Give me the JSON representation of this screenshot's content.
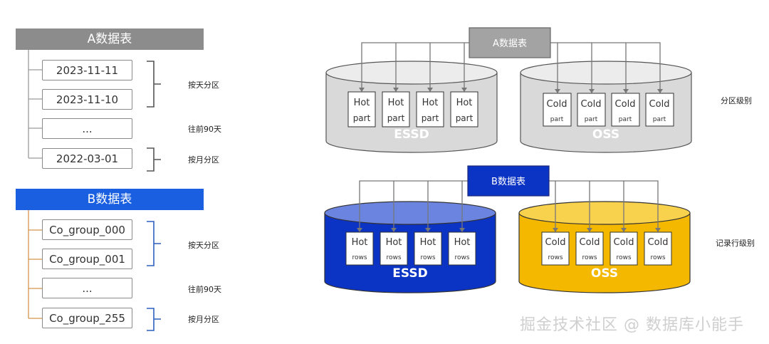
{
  "tables": {
    "a": {
      "title": "A数据表",
      "items": [
        "2023-11-11",
        "2023-11-10",
        "...",
        "2022-03-01"
      ],
      "labels": {
        "daily": "按天分区",
        "days90": "往前90天",
        "monthly": "按月分区"
      }
    },
    "b": {
      "title": "B数据表",
      "items": [
        "Co_group_000",
        "Co_group_001",
        "...",
        "Co_group_255"
      ],
      "labels": {
        "daily": "按天分区",
        "days90": "往前90天",
        "monthly": "按月分区"
      }
    }
  },
  "storage": {
    "top": {
      "title": "A数据表",
      "level": "分区级别",
      "hot": {
        "name": "ESSD",
        "cell_top": "Hot",
        "cell_bottom": "part"
      },
      "cold": {
        "name": "OSS",
        "cell_top": "Cold",
        "cell_bottom": "part"
      }
    },
    "bottom": {
      "title": "B数据表",
      "level": "记录行级别",
      "hot": {
        "name": "ESSD",
        "cell_top": "Hot",
        "cell_bottom": "rows"
      },
      "cold": {
        "name": "OSS",
        "cell_top": "Cold",
        "cell_bottom": "rows"
      }
    }
  },
  "watermark": "掘金技术社区 @ 数据库小能手",
  "colors": {
    "a_header": "#8c8c8c",
    "b_header": "#1a5fe0",
    "essd_gray": "#d9d9d9",
    "essd_blue": "#0b33c4",
    "oss_yellow": "#f5b800"
  }
}
